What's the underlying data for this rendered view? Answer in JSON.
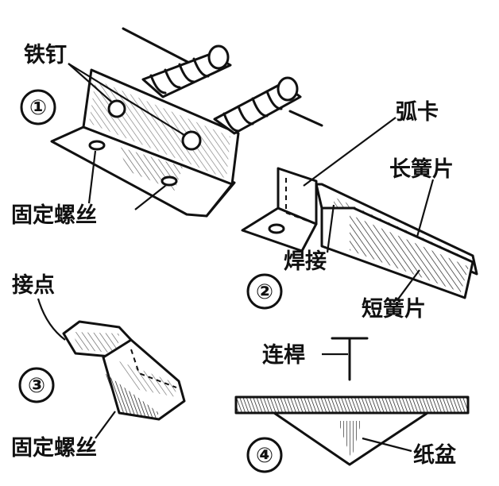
{
  "figures": [
    {
      "number": "①",
      "labels": {
        "nails": "铁钉",
        "screws": "固定螺丝"
      }
    },
    {
      "number": "②",
      "labels": {
        "clip": "弧卡",
        "long_reed": "长簧片",
        "weld": "焊接",
        "short_reed": "短簧片"
      }
    },
    {
      "number": "③",
      "labels": {
        "contact": "接点",
        "screws": "固定螺丝"
      }
    },
    {
      "number": "④",
      "labels": {
        "rod": "连桿",
        "cone": "纸盆"
      }
    }
  ]
}
